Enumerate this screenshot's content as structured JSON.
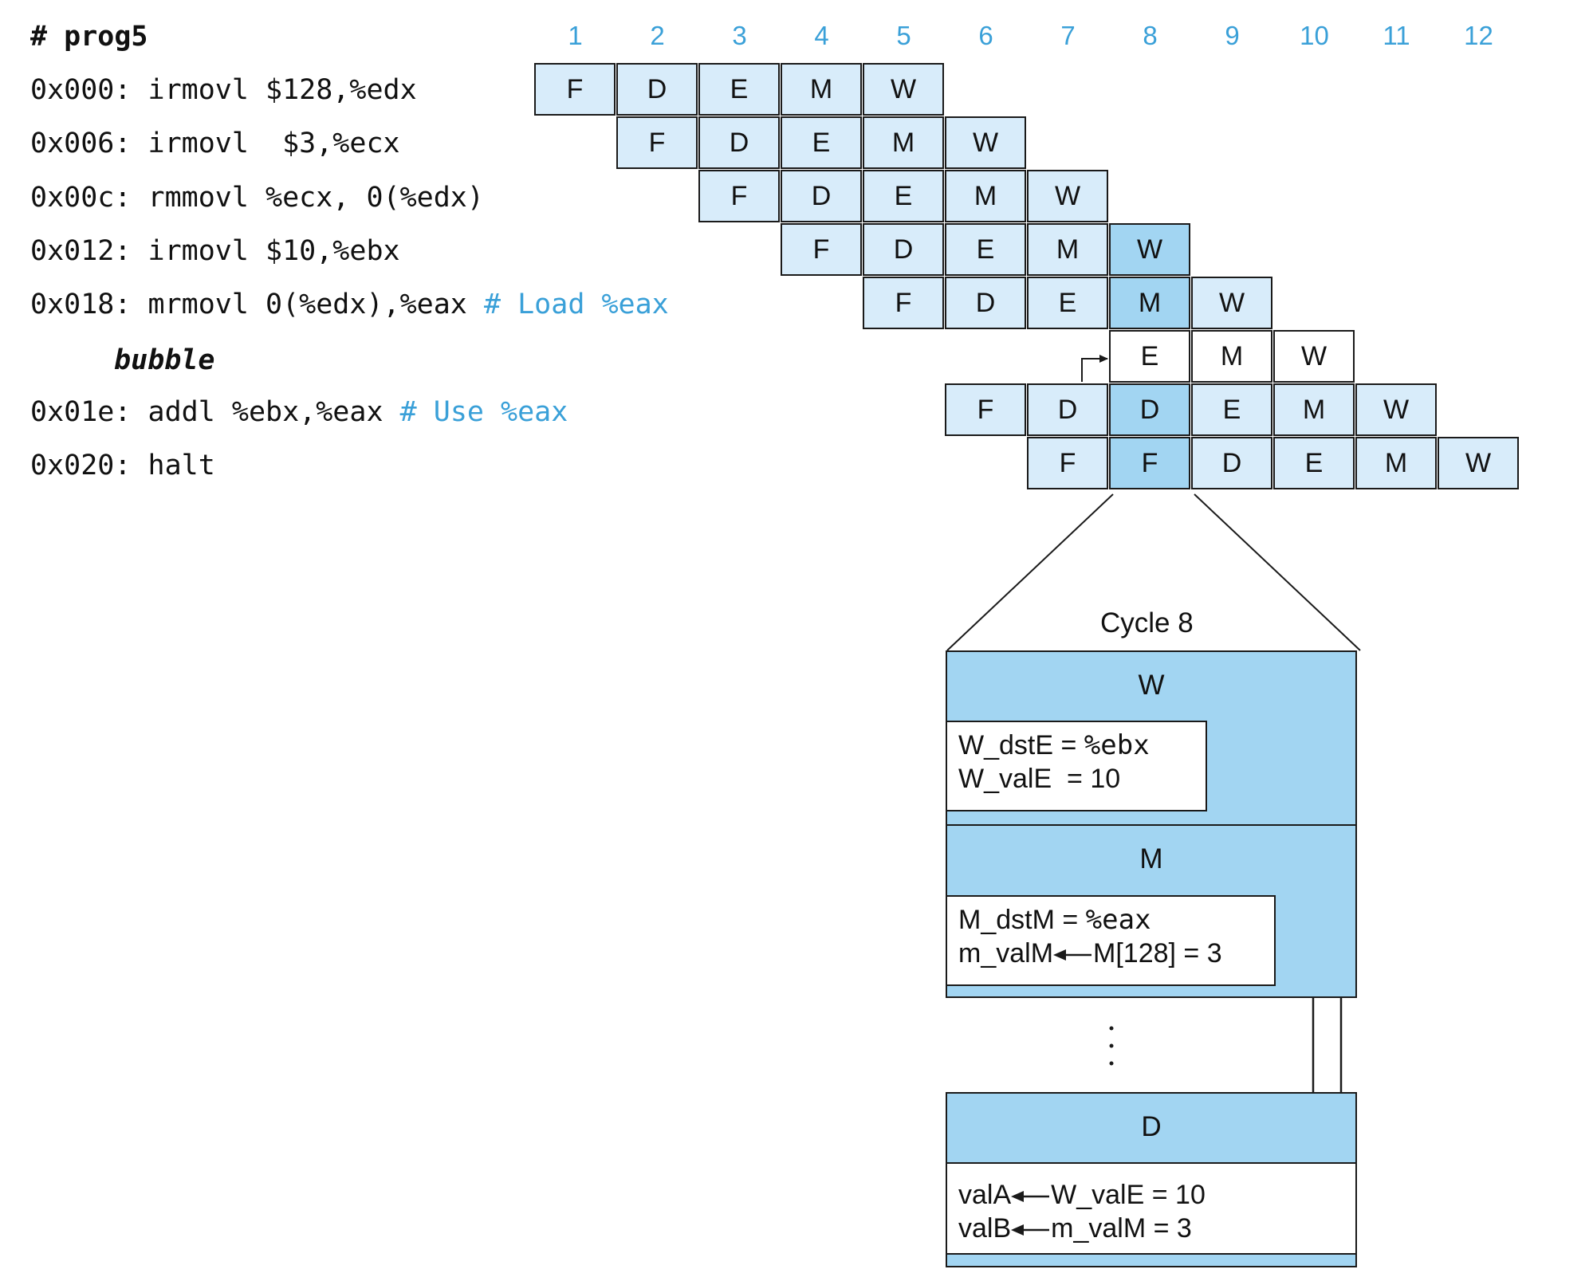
{
  "program": {
    "title": "# prog5",
    "lines": [
      {
        "addr": "0x000:",
        "instr": "irmovl $128,%edx",
        "comment": ""
      },
      {
        "addr": "0x006:",
        "instr": "irmovl  $3,%ecx",
        "comment": ""
      },
      {
        "addr": "0x00c:",
        "instr": "rmmovl %ecx, 0(%edx)",
        "comment": ""
      },
      {
        "addr": "0x012:",
        "instr": "irmovl $10,%ebx",
        "comment": ""
      },
      {
        "addr": "0x018:",
        "instr": "mrmovl 0(%edx),%eax",
        "comment": "# Load %eax"
      },
      {
        "addr": "0x01e:",
        "instr": "addl %ebx,%eax",
        "comment": "# Use %eax"
      },
      {
        "addr": "0x020:",
        "instr": "halt",
        "comment": ""
      }
    ],
    "bubble_label": "bubble"
  },
  "pipeline": {
    "cycles": [
      "1",
      "2",
      "3",
      "4",
      "5",
      "6",
      "7",
      "8",
      "9",
      "10",
      "11",
      "12"
    ],
    "rows": [
      {
        "start": 1,
        "stages": [
          "F",
          "D",
          "E",
          "M",
          "W"
        ]
      },
      {
        "start": 2,
        "stages": [
          "F",
          "D",
          "E",
          "M",
          "W"
        ]
      },
      {
        "start": 3,
        "stages": [
          "F",
          "D",
          "E",
          "M",
          "W"
        ]
      },
      {
        "start": 4,
        "stages": [
          "F",
          "D",
          "E",
          "M",
          "W"
        ]
      },
      {
        "start": 5,
        "stages": [
          "F",
          "D",
          "E",
          "M",
          "W"
        ]
      },
      {
        "start": 8,
        "stages": [
          "E",
          "M",
          "W"
        ]
      },
      {
        "start": 6,
        "stages": [
          "F",
          "D",
          "D",
          "E",
          "M",
          "W"
        ]
      },
      {
        "start": 7,
        "stages": [
          "F",
          "F",
          "D",
          "E",
          "M",
          "W"
        ]
      }
    ],
    "highlight_cycle": 8
  },
  "detail": {
    "cycle_label": "Cycle 8",
    "w_stage": "W",
    "w_line1_a": "W_dstE = ",
    "w_line1_b": "%ebx",
    "w_line2": "W_valE  = 10",
    "m_stage": "M",
    "m_line1_a": "M_dstM = ",
    "m_line1_b": "%eax",
    "m_line2_a": "m_valM",
    "m_line2_b": "M[128] = 3",
    "d_stage": "D",
    "d_line1_a": "valA",
    "d_line1_b": "W_valE = 10",
    "d_line2_a": "valB",
    "d_line2_b": "m_valM = 3"
  },
  "colors": {
    "light_cell": "#d8ecfa",
    "highlight_cell": "#a2d5f2",
    "accent_text": "#3aa0d8"
  }
}
